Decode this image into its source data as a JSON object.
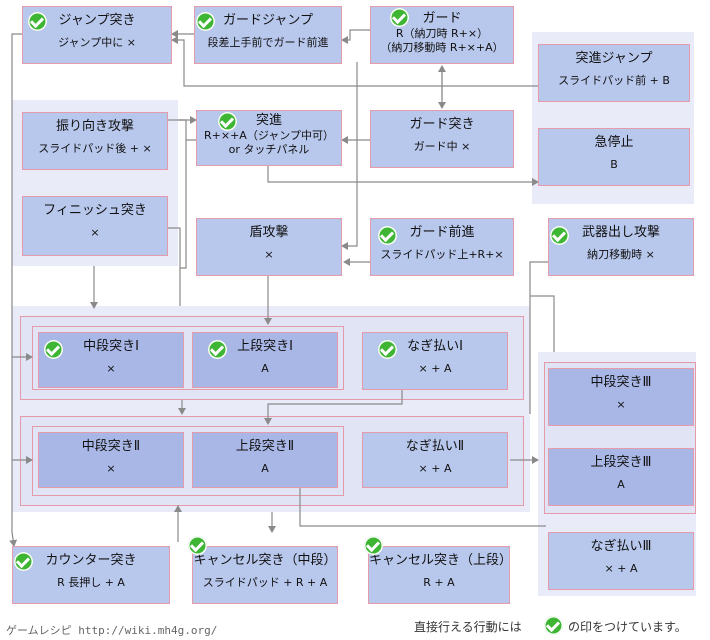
{
  "nodes": {
    "jump_thrust": {
      "title": "ジャンプ突き",
      "command": "ジャンプ中に ×"
    },
    "guard_jump": {
      "title": "ガードジャンプ",
      "command": "段差上手前でガード前進"
    },
    "guard": {
      "title": "ガード",
      "command1": "R（納刀時 R+×）",
      "command2": "（納刀移動時 R+×+A）"
    },
    "advance_jump": {
      "title": "突進ジャンプ",
      "command": "スライドパッド前 + B"
    },
    "turn_attack": {
      "title": "振り向き攻撃",
      "command": "スライドパッド後 + ×"
    },
    "charge": {
      "title": "突進",
      "command1": "R+×+A（ジャンプ中可）",
      "command2": "or タッチパネル"
    },
    "guard_thrust": {
      "title": "ガード突き",
      "command": "ガード中 ×"
    },
    "sudden_stop": {
      "title": "急停止",
      "command": "B"
    },
    "finish_thrust": {
      "title": "フィニッシュ突き",
      "command": "×"
    },
    "shield_attack": {
      "title": "盾攻撃",
      "command": "×"
    },
    "guard_advance": {
      "title": "ガード前進",
      "command": "スライドパッド上+R+×"
    },
    "weapon_draw": {
      "title": "武器出し攻撃",
      "command": "納刀移動時 ×"
    },
    "mid_1": {
      "title": "中段突きⅠ",
      "command": "×"
    },
    "high_1": {
      "title": "上段突きⅠ",
      "command": "A"
    },
    "sweep_1": {
      "title": "なぎ払いⅠ",
      "command": "× + A"
    },
    "mid_2": {
      "title": "中段突きⅡ",
      "command": "×"
    },
    "high_2": {
      "title": "上段突きⅡ",
      "command": "A"
    },
    "sweep_2": {
      "title": "なぎ払いⅡ",
      "command": "× + A"
    },
    "mid_3": {
      "title": "中段突きⅢ",
      "command": "×"
    },
    "high_3": {
      "title": "上段突きⅢ",
      "command": "A"
    },
    "sweep_3": {
      "title": "なぎ払いⅢ",
      "command": "× + A"
    },
    "counter": {
      "title": "カウンター突き",
      "command": "R 長押し + A"
    },
    "cancel_mid": {
      "title": "キャンセル突き（中段）",
      "command": "スライドパッド + R + A"
    },
    "cancel_high": {
      "title": "キャンセル突き（上段）",
      "command": "R + A"
    }
  },
  "footer": {
    "source": "ゲームレシピ http://wiki.mh4g.org/",
    "legend_before": "直接行える行動には",
    "legend_after": "の印をつけています。"
  },
  "colors": {
    "node_fill": "#b8c7ec",
    "node_border": "#e79aa9",
    "check": "#3fb534",
    "arrow": "#8a8a8a"
  }
}
